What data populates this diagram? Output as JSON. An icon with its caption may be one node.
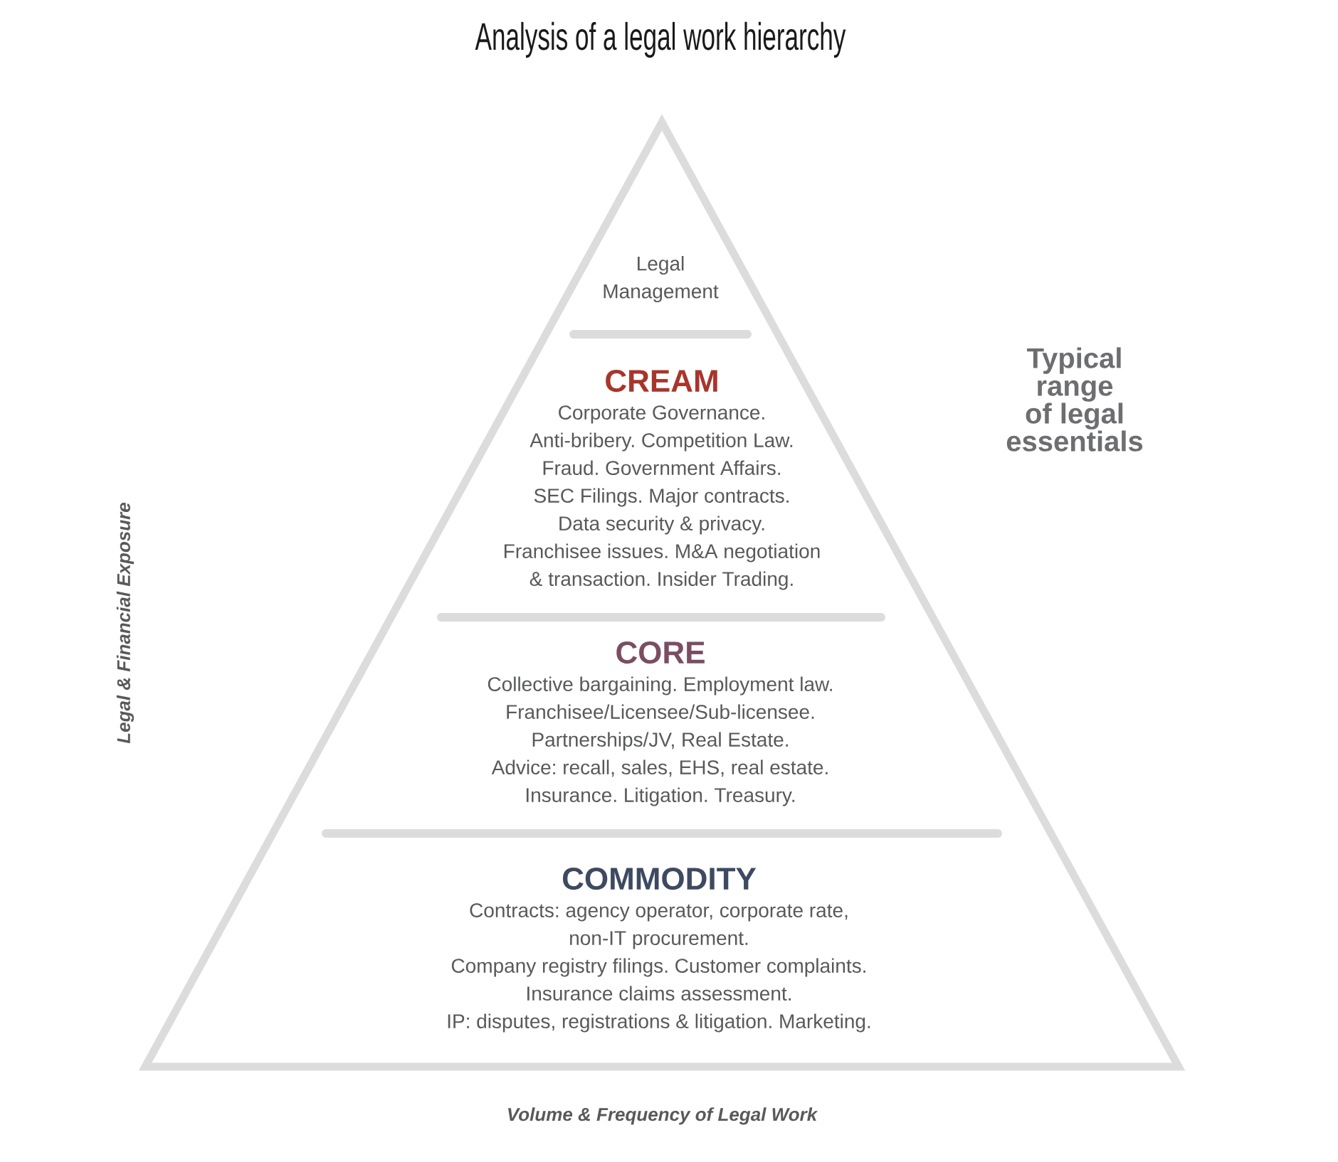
{
  "diagram": {
    "title": "Analysis of a legal work hierarchy",
    "nodes": [
      {
        "text": [],
        "shape": "triangle"
      },
      {
        "text": [
          "Legal Management"
        ],
        "in": 0
      },
      {
        "text": [
          "CREAM",
          "Corporate Governance. Anti-bribery. Competition Law. Fraud. Government Affairs. SEC Filings. Major contracts. Data security & privacy. Franchisee issues. M&A negotiation & transaction. Insider Trading."
        ],
        "in": 0
      },
      {
        "text": [
          "CORE",
          "Collective bargaining. Employment law. Franchisee/Licensee/Sub-licensee. Partnerships/JV, Real Estate. Advice: recall, sales, EHS, real estate. Insurance. Litigation. Treasury."
        ],
        "in": 0
      },
      {
        "text": [
          "COMMODITY",
          "Contracts: agency operator, corporate rate, non-IT procurement. Company registry filings. Customer complaints. Insurance claims assessment. IP: disputes, registrations & litigation. Marketing."
        ],
        "in": 0
      }
    ],
    "labels": [
      "Typical range of legal essentials",
      "Legal & Financial Exposure",
      "Volume & Frequency of Legal Work"
    ]
  }
}
